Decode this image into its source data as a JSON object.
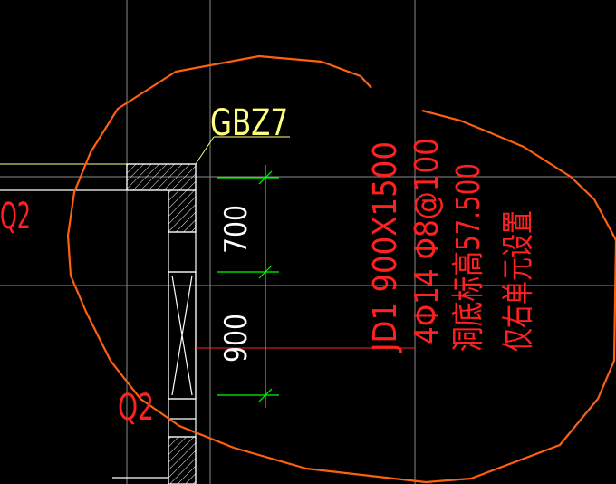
{
  "colors": {
    "background": "#000000",
    "grid": "#8a8a8a",
    "wall": "#ffffff",
    "tag_yellow": "#ffff80",
    "dimension": "#00ff00",
    "red_text": "#ff2020",
    "cloud": "#ff6010"
  },
  "labels": {
    "column_tag": "GBZ7",
    "wall_left": "Q2",
    "wall_bottom": "Q2"
  },
  "dimensions": {
    "upper": "700",
    "lower": "900"
  },
  "annotation": {
    "line1": "JD1 900X1500",
    "line2": "4Φ14  Φ8@100",
    "line3": "洞底标高57.500",
    "line4": "仅右单元设置"
  }
}
